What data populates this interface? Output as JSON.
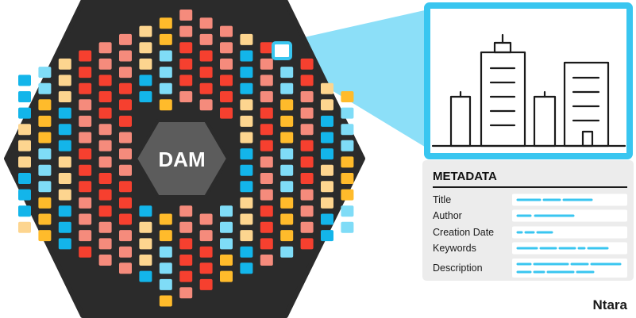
{
  "hub": {
    "label": "DAM"
  },
  "metadata": {
    "heading": "METADATA",
    "fields": [
      {
        "label": "Title",
        "placeholder_lines": 1
      },
      {
        "label": "Author",
        "placeholder_lines": 1
      },
      {
        "label": "Creation Date",
        "placeholder_lines": 1
      },
      {
        "label": "Keywords",
        "placeholder_lines": 1
      },
      {
        "label": "Description",
        "placeholder_lines": 2
      }
    ]
  },
  "brand": {
    "name": "Ntara"
  },
  "colors": {
    "hexagon": "#2b2b2b",
    "hub_hexagon": "#5c5c5c",
    "highlight": "#39c6f0",
    "beam": "#7fdcf7",
    "panel_bg": "#ececec",
    "placeholder_line": "#39c6f0",
    "tile_palette": [
      "#f6402f",
      "#ffbb2b",
      "#13b5ea",
      "#f58b7c",
      "#7fdcf7",
      "#fdd58f"
    ]
  },
  "icons": {
    "preview": "city-skyline-icon",
    "brand": "ntara-logo"
  }
}
